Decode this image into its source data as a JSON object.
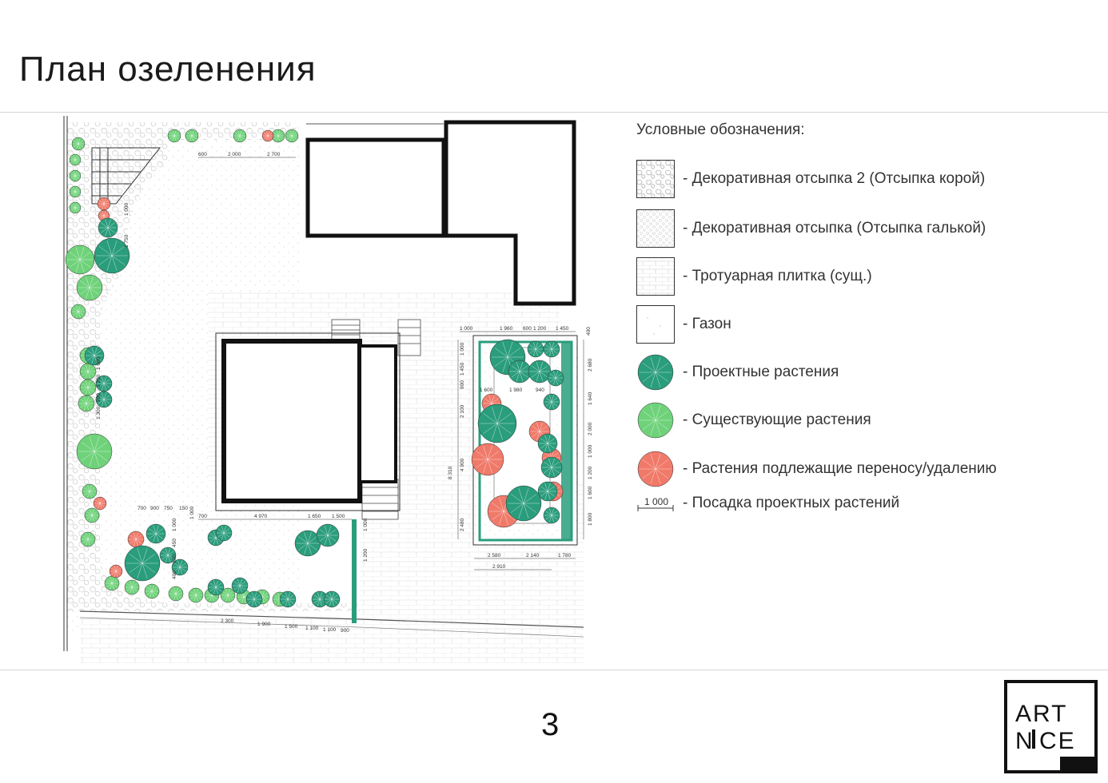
{
  "title": "План озеленения",
  "legend": {
    "title": "Условные обозначения:",
    "items": [
      {
        "symbol": "bark-mulch",
        "label": "- Декоративная отсыпка 2 (Отсыпка корой)"
      },
      {
        "symbol": "pebble-fill",
        "label": "- Декоративная отсыпка (Отсыпка галькой)"
      },
      {
        "symbol": "paving",
        "label": "- Тротуарная плитка (сущ.)"
      },
      {
        "symbol": "lawn",
        "label": "- Газон"
      },
      {
        "symbol": "project-plant",
        "label": "- Проектные растения",
        "color": "#2a9d7c"
      },
      {
        "symbol": "existing-plant",
        "label": "- Существующие растения",
        "color": "#6fd27a"
      },
      {
        "symbol": "removed-plant",
        "label": "- Растения подлежащие переносу/удалению",
        "color": "#f07a6a"
      },
      {
        "symbol": "dimension",
        "label": "- Посадка проектных растений",
        "dim_value": "1 000"
      }
    ]
  },
  "plan": {
    "dims_top": [
      "600",
      "2 000",
      "2 700"
    ],
    "dims_left": [
      "1 000",
      "1 750",
      "1 000",
      "1 200",
      "900",
      "1 300"
    ],
    "dims_bottom_left": [
      "700",
      "900",
      "750",
      "150"
    ],
    "dims_bottom_mid": [
      "4 970",
      "1 650",
      "1 500",
      "700"
    ],
    "dims_bottom_road": [
      "2 300",
      "1 900",
      "1 500",
      "1 100",
      "1 100",
      "900"
    ],
    "dims_right_top": [
      "1 000",
      "1 960",
      "600",
      "1 200",
      "1 450",
      "400"
    ],
    "dims_right_inner": [
      "1 600",
      "1 980",
      "940"
    ],
    "dims_right_side": [
      "2 680",
      "1 640",
      "2 000",
      "1 000",
      "1 200",
      "1 600",
      "1 800"
    ],
    "dims_right_left": [
      "1 000",
      "1 450",
      "900",
      "2 100",
      "4 900",
      "8 310",
      "2 480"
    ],
    "dims_right_bottom": [
      "2 580",
      "2 140",
      "1 780",
      "2 910"
    ],
    "dims_misc": [
      "1 000",
      "1 200",
      "450",
      "1 000",
      "1 000",
      "400",
      "600"
    ]
  },
  "page_number": "3",
  "logo": {
    "line1": "ART",
    "line2a": "N",
    "line2b": "CE"
  },
  "colors": {
    "project": "#2a9d7c",
    "existing": "#6fd27a",
    "remove": "#f07a6a",
    "wall": "#111111"
  }
}
